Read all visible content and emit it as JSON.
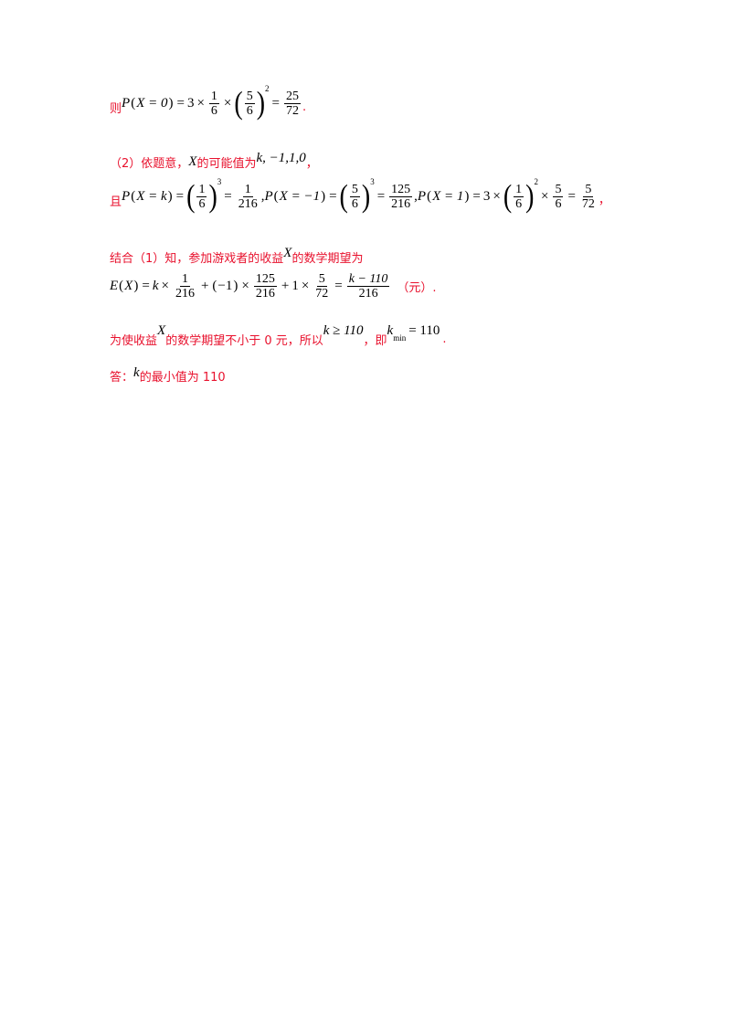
{
  "line1": {
    "prefix": "则",
    "lhs": "P",
    "arg": "X = 0",
    "coef": "3",
    "frac1": {
      "num": "1",
      "den": "6"
    },
    "frac2": {
      "num": "5",
      "den": "6"
    },
    "exp": "2",
    "result": {
      "num": "25",
      "den": "72"
    },
    "suffix": "."
  },
  "line2": {
    "prefix": "（2）依题意，",
    "var": "X",
    "mid": " 的可能值为",
    "values": "k, −1,1,0",
    "suffix": "，"
  },
  "line3": {
    "prefix": "且",
    "p1_arg": "X = k",
    "p1_frac": {
      "num": "1",
      "den": "6"
    },
    "p1_exp": "3",
    "p1_res": {
      "num": "1",
      "den": "216"
    },
    "p2_arg": "X = −1",
    "p2_frac": {
      "num": "5",
      "den": "6"
    },
    "p2_exp": "3",
    "p2_res": {
      "num": "125",
      "den": "216"
    },
    "p3_arg": "X = 1",
    "p3_coef": "3",
    "p3_frac": {
      "num": "1",
      "den": "6"
    },
    "p3_exp": "2",
    "p3_frac2": {
      "num": "5",
      "den": "6"
    },
    "p3_res": {
      "num": "5",
      "den": "72"
    },
    "suffix": "，"
  },
  "line4": {
    "text_before": "结合（1）知，参加游戏者的收益",
    "var": "X",
    "text_after": " 的数学期望为"
  },
  "line5": {
    "lhs": "E",
    "arg": "X",
    "t1_coef": "k",
    "t1_frac": {
      "num": "1",
      "den": "216"
    },
    "t2_coef": "−1",
    "t2_frac": {
      "num": "125",
      "den": "216"
    },
    "t3_coef": "1",
    "t3_frac": {
      "num": "5",
      "den": "72"
    },
    "res": {
      "num": "k − 110",
      "den": "216"
    },
    "unit": "（元）."
  },
  "line6": {
    "text1": "为使收益",
    "var": "X",
    "text2": " 的数学期望不小于 0 元，所以",
    "ineq": "k ≥ 110",
    "text3": "，即",
    "k": "k",
    "sub": "min",
    "eq": "= 110",
    "suffix": "."
  },
  "line7": {
    "text1": "答：",
    "var": "k",
    "text2": " 的最小值为 110"
  }
}
